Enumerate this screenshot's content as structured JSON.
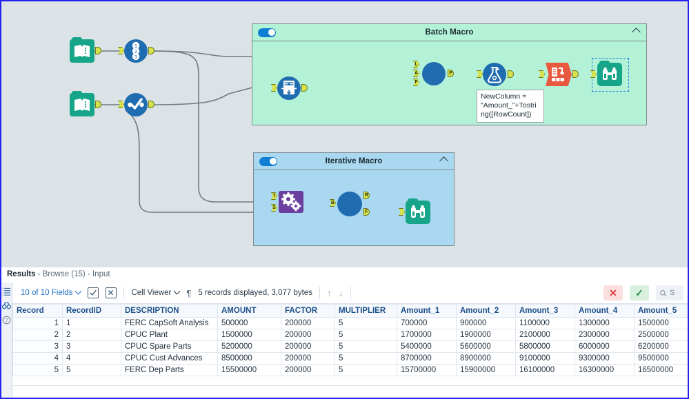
{
  "app": {
    "canvas_bg": "#dce3e6",
    "selection_color": "#1d7fd6",
    "window_border": "#2222ee"
  },
  "canvas": {
    "containers": [
      {
        "id": "batch-macro",
        "title": "Batch Macro",
        "enabled": true,
        "collapse_icon": "chevron-up-icon",
        "toggle_icon": "toggle-on-icon",
        "color": "#b4f2d8"
      },
      {
        "id": "iterative-macro",
        "title": "Iterative Macro",
        "enabled": true,
        "collapse_icon": "chevron-up-icon",
        "toggle_icon": "toggle-on-icon",
        "color": "#a9d8f0"
      }
    ],
    "tools": [
      {
        "id": "input-data-1",
        "icon": "input-data-icon",
        "label": ""
      },
      {
        "id": "record-id-1",
        "icon": "record-id-icon",
        "label": ""
      },
      {
        "id": "input-data-2",
        "icon": "input-data-icon",
        "label": ""
      },
      {
        "id": "select-1",
        "icon": "check-circle-icon",
        "label": ""
      },
      {
        "id": "append-1",
        "icon": "append-fields-icon",
        "label": ""
      },
      {
        "id": "join-1",
        "icon": "join-tool-icon",
        "label": ""
      },
      {
        "id": "formula-1",
        "icon": "formula-flask-icon",
        "label": ""
      },
      {
        "id": "crosstab-1",
        "icon": "crosstab-icon",
        "label": ""
      },
      {
        "id": "browse-1",
        "icon": "browse-binoculars-icon",
        "label": "",
        "selected": true
      },
      {
        "id": "gears-1",
        "icon": "iterative-gears-icon",
        "label": ""
      },
      {
        "id": "blue-circle-1",
        "icon": "macro-output-icon",
        "label": ""
      },
      {
        "id": "browse-2",
        "icon": "browse-binoculars-icon",
        "label": ""
      }
    ],
    "anchor_labels": {
      "join_inputs": [
        "L",
        "A",
        "F"
      ],
      "join_output": "F",
      "gears_inputs": [
        "T",
        "S"
      ],
      "iter_circle_input": "B",
      "iter_circle_outputs": [
        "R",
        "F"
      ]
    },
    "annotation": {
      "line1": "NewColumn =",
      "line2": "\"Amount_\"+Tostri",
      "line3": "ng([RowCount])"
    }
  },
  "results": {
    "title_label": "Results",
    "title_detail": " - Browse (15) - Input",
    "rail_icons": [
      "list-icon",
      "binoculars-icon",
      "help-icon"
    ],
    "toolbar": {
      "fields_label": "10 of 10 Fields",
      "fields_caret": "chevron-down-icon",
      "select_all_icon": "checkbox-checked-icon",
      "deselect_icon": "checkbox-x-icon",
      "view_label": "Cell Viewer",
      "view_caret": "chevron-down-icon",
      "pilcrow_icon": "pilcrow-icon",
      "status_label": "5 records displayed, 3,077 bytes",
      "up_icon": "arrow-up-icon",
      "down_icon": "arrow-down-icon",
      "cancel_icon": "red-x-icon",
      "confirm_icon": "green-check-icon",
      "search_icon": "search-icon",
      "search_placeholder": "S"
    },
    "table": {
      "columns": [
        "Record",
        "RecordID",
        "DESCRIPTION",
        "AMOUNT",
        "FACTOR",
        "MULTIPLIER",
        "Amount_1",
        "Amount_2",
        "Amount_3",
        "Amount_4",
        "Amount_5"
      ],
      "rows": [
        [
          "1",
          "1",
          "FERC CapSoft Analysis",
          "500000",
          "200000",
          "5",
          "700000",
          "900000",
          "1100000",
          "1300000",
          "1500000"
        ],
        [
          "2",
          "2",
          "CPUC Plant",
          "1500000",
          "200000",
          "5",
          "1700000",
          "1900000",
          "2100000",
          "2300000",
          "2500000"
        ],
        [
          "3",
          "3",
          "CPUC Spare Parts",
          "5200000",
          "200000",
          "5",
          "5400000",
          "5600000",
          "5800000",
          "6000000",
          "6200000"
        ],
        [
          "4",
          "4",
          "CPUC Cust Advances",
          "8500000",
          "200000",
          "5",
          "8700000",
          "8900000",
          "9100000",
          "9300000",
          "9500000"
        ],
        [
          "5",
          "5",
          "FERC Dep Parts",
          "15500000",
          "200000",
          "5",
          "15700000",
          "15900000",
          "16100000",
          "16300000",
          "16500000"
        ]
      ]
    }
  }
}
